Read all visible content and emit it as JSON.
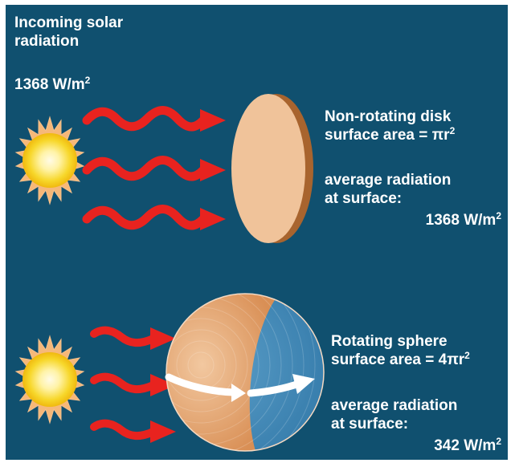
{
  "colors": {
    "background": "#10506f",
    "arrow": "#e8231f",
    "disk_face": "#f0c39a",
    "disk_edge": "#a8642e",
    "sphere_day": "#e0a06c",
    "sphere_night": "#3d84b3",
    "sun_core": "#fff6c9",
    "sun_ring": "#f6d019",
    "sun_rays": "#f6b879",
    "rotation_arrow": "#ffffff"
  },
  "icons": [
    "sun-icon",
    "wavy-radiation-arrow-icon",
    "disk-icon",
    "sphere-icon",
    "rotation-arrow-icon"
  ],
  "header": {
    "title_line1": "Incoming solar",
    "title_line2": "radiation",
    "flux_value": "1368 W/m",
    "flux_exp": "2"
  },
  "disk": {
    "title": "Non-rotating disk",
    "area_text": "surface area = πr",
    "area_exp": "2",
    "avg_line1": "average radiation",
    "avg_line2": "at surface:",
    "avg_value": "1368 W/m",
    "avg_exp": "2"
  },
  "sphere": {
    "title": "Rotating sphere",
    "area_text": "surface area = 4πr",
    "area_exp": "2",
    "avg_line1": "average radiation",
    "avg_line2": "at surface:",
    "avg_value": "342 W/m",
    "avg_exp": "2"
  }
}
